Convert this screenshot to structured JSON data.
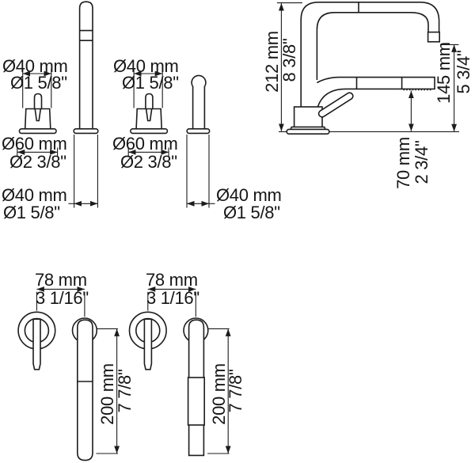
{
  "page": {
    "background": "#ffffff",
    "line_color": "#1c1c1c",
    "drawing_type": "faucet technical dimension drawing"
  },
  "side_views": {
    "handle_left": {
      "diameter_mm": "Ø40 mm",
      "diameter_in": "Ø1 5/8\"",
      "base_mm": "Ø60 mm",
      "base_in": "Ø2 3/8\""
    },
    "handle_right": {
      "diameter_mm": "Ø40 mm",
      "diameter_in": "Ø1 5/8\"",
      "base_mm": "Ø60 mm",
      "base_in": "Ø2 3/8\""
    },
    "spout_column": {
      "diameter_mm": "Ø40 mm",
      "diameter_in": "Ø1 5/8\""
    },
    "spray_column": {
      "diameter_mm": "Ø40 mm",
      "diameter_in": "Ø1 5/8\""
    }
  },
  "mixer_view": {
    "total_height": {
      "mm": "212 mm",
      "in": "8 3/8\""
    },
    "spout_outlet_height": {
      "mm": "145 mm",
      "in": "5 3/4\""
    },
    "spray_arm_height": {
      "mm": "70 mm",
      "in": "2 3/4\""
    }
  },
  "top_views": {
    "pair_left": {
      "spread_mm": "78 mm",
      "spread_in": "3 1/16\"",
      "length_mm": "200 mm",
      "length_in": "7 7/8\""
    },
    "pair_right": {
      "spread_mm": "78 mm",
      "spread_in": "3 1/16\"",
      "length_mm": "200 mm",
      "length_in": "7 7/8\""
    }
  }
}
